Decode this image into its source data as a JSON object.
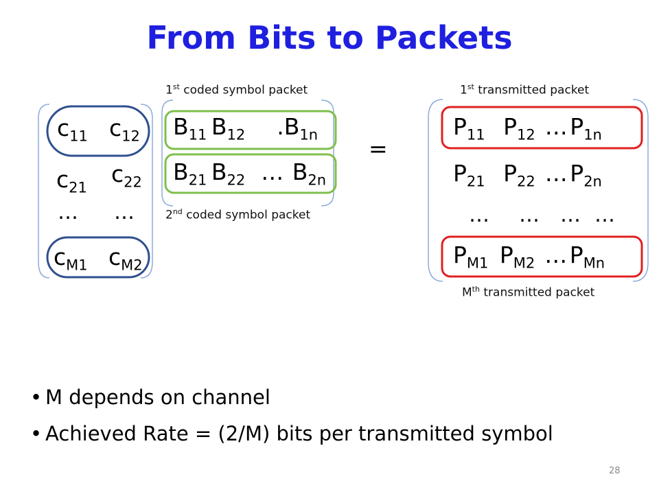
{
  "slide": {
    "title": "From Bits to Packets",
    "page_number": "28"
  },
  "captions": {
    "coded_1": {
      "num": "1",
      "sup": "st",
      "text": " coded symbol packet"
    },
    "coded_2": {
      "num": "2",
      "sup": "nd",
      "text": " coded symbol packet"
    },
    "tx_1": {
      "num": "1",
      "sup": "st",
      "text": " transmitted packet"
    },
    "tx_m": {
      "num": "M",
      "sup": "th",
      "text": " transmitted packet"
    }
  },
  "matrix_c": {
    "c11": {
      "base": "c",
      "sub": "11"
    },
    "c12": {
      "base": "c",
      "sub": "12"
    },
    "c21": {
      "base": "c",
      "sub": "21"
    },
    "c22": {
      "base": "c",
      "sub": "22"
    },
    "cM1": {
      "base": "c",
      "sub": "M1"
    },
    "cM2": {
      "base": "c",
      "sub": "M2"
    },
    "dots": "…"
  },
  "matrix_b": {
    "row1": {
      "b1": "B",
      "s1": "11",
      "b2": "B",
      "s2": "12",
      "mid": ".",
      "b3": "B",
      "s3": "1n"
    },
    "row2": {
      "b1": "B",
      "s1": "21",
      "b2": "B",
      "s2": "22",
      "mid": "…",
      "b3": "B",
      "s3": "2n"
    }
  },
  "equals": "=",
  "matrix_p": {
    "row1": {
      "p1": "P",
      "s1": "11",
      "p2": "P",
      "s2": "12",
      "mid": "…",
      "p3": "P",
      "s3": "1n"
    },
    "row2": {
      "p1": "P",
      "s1": "21",
      "p2": "P",
      "s2": "22",
      "mid": "…",
      "p3": "P",
      "s3": "2n"
    },
    "dots": "…",
    "rowM": {
      "p1": "P",
      "s1": "M1",
      "p2": "P",
      "s2": "M2",
      "mid": "…",
      "p3": "P",
      "s3": "Mn"
    }
  },
  "bullets": [
    "M depends on channel",
    "Achieved Rate = (2/M) bits per transmitted symbol"
  ],
  "colors": {
    "title": "#1f1fe0",
    "bracket": "#8eaadb",
    "column_oval": "#2f4f8f",
    "row_highlight_green": "#7fbf4d",
    "row_highlight_red": "#e02020"
  }
}
